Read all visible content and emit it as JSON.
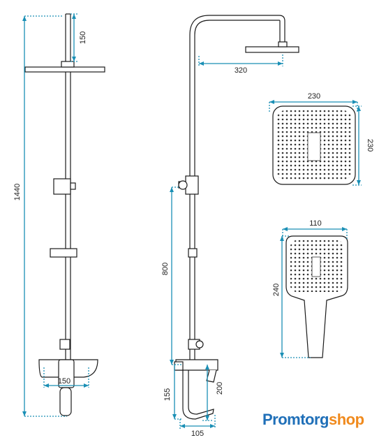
{
  "dimensions": {
    "total_height": "1440",
    "top_offset": "150",
    "bottom_width": "150",
    "arm_length": "320",
    "mixer_height": "800",
    "spout_155": "155",
    "spout_200": "200",
    "spout_105": "105",
    "head_width": "230",
    "head_depth": "230",
    "hand_width": "110",
    "hand_length": "240"
  },
  "brand": {
    "part1": "Promtorg",
    "part2": "shop"
  },
  "colors": {
    "line": "#1a1a1a",
    "dimension": "#1a8fb5",
    "brand_blue": "#1f6fb8",
    "brand_orange": "#f08a1d"
  }
}
